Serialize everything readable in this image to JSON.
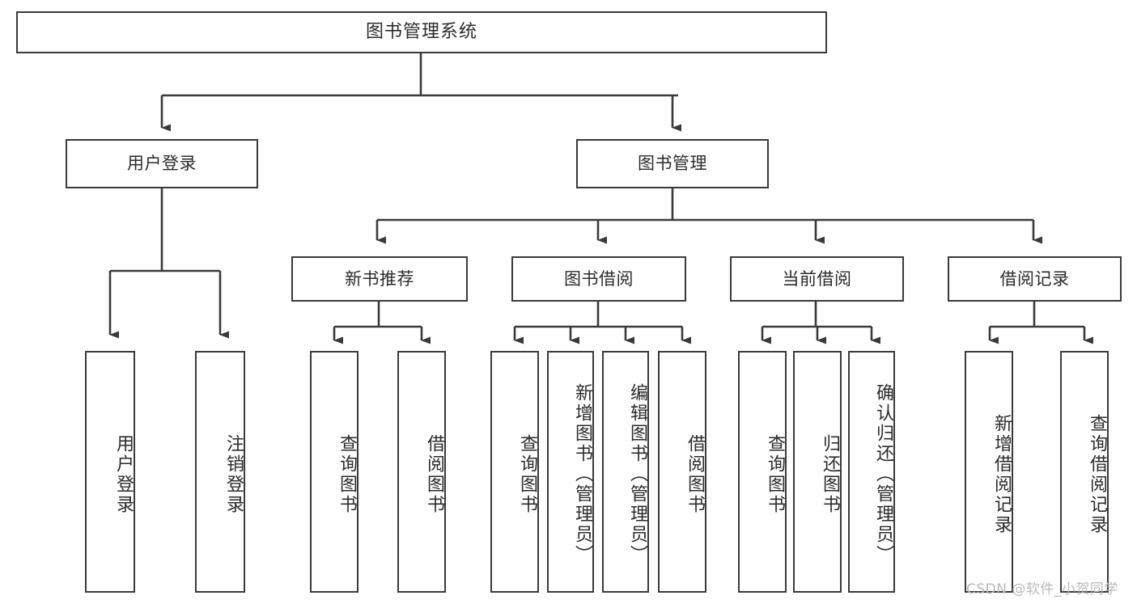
{
  "diagram": {
    "title": "图书管理系统",
    "type": "hierarchy-tree",
    "root": {
      "id": "root",
      "label": "图书管理系统",
      "orientation": "horizontal"
    },
    "level2": [
      {
        "id": "user-login",
        "label": "用户登录",
        "orientation": "horizontal"
      },
      {
        "id": "book-manage",
        "label": "图书管理",
        "orientation": "horizontal"
      }
    ],
    "level3": [
      {
        "id": "new-book-recommend",
        "label": "新书推荐",
        "orientation": "horizontal",
        "parent": "book-manage"
      },
      {
        "id": "book-borrow",
        "label": "图书借阅",
        "orientation": "horizontal",
        "parent": "book-manage"
      },
      {
        "id": "current-borrow",
        "label": "当前借阅",
        "orientation": "horizontal",
        "parent": "book-manage"
      },
      {
        "id": "borrow-record",
        "label": "借阅记录",
        "orientation": "horizontal",
        "parent": "book-manage"
      }
    ],
    "leaves": [
      {
        "id": "leaf-user-login",
        "label": "用户登录",
        "parent": "user-login",
        "orientation": "vertical"
      },
      {
        "id": "leaf-user-logout",
        "label": "注销登录",
        "parent": "user-login",
        "orientation": "vertical"
      },
      {
        "id": "leaf-query-book-1",
        "label": "查询图书",
        "parent": "new-book-recommend",
        "orientation": "vertical"
      },
      {
        "id": "leaf-borrow-book-1",
        "label": "借阅图书",
        "parent": "new-book-recommend",
        "orientation": "vertical"
      },
      {
        "id": "leaf-query-book-2",
        "label": "查询图书",
        "parent": "book-borrow",
        "orientation": "vertical"
      },
      {
        "id": "leaf-add-book",
        "label": "新增图书（管理员）",
        "parent": "book-borrow",
        "orientation": "vertical"
      },
      {
        "id": "leaf-edit-book",
        "label": "编辑图书（管理员）",
        "parent": "book-borrow",
        "orientation": "vertical"
      },
      {
        "id": "leaf-borrow-book-2",
        "label": "借阅图书",
        "parent": "book-borrow",
        "orientation": "vertical"
      },
      {
        "id": "leaf-query-book-3",
        "label": "查询图书",
        "parent": "current-borrow",
        "orientation": "vertical"
      },
      {
        "id": "leaf-return-book",
        "label": "归还图书",
        "parent": "current-borrow",
        "orientation": "vertical"
      },
      {
        "id": "leaf-confirm-return",
        "label": "确认归还（管理员）",
        "parent": "current-borrow",
        "orientation": "vertical"
      },
      {
        "id": "leaf-add-record",
        "label": "新增借阅记录",
        "parent": "borrow-record",
        "orientation": "vertical"
      },
      {
        "id": "leaf-query-record",
        "label": "查询借阅记录",
        "parent": "borrow-record",
        "orientation": "vertical"
      }
    ],
    "colors": {
      "stroke": "#3a3a3a",
      "text": "#2b2b2b",
      "background": "#ffffff",
      "watermark": "#b9b9b9"
    }
  },
  "watermark": {
    "text": "CSDN @软件_小贺同学"
  }
}
